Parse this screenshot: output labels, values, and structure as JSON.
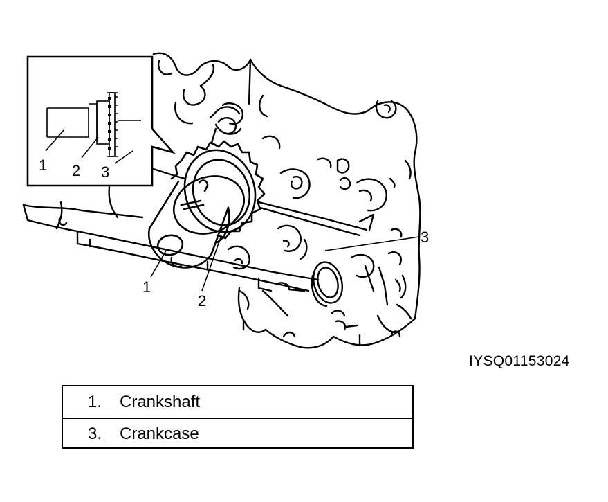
{
  "diagram": {
    "callouts": {
      "main_crankshaft": "1",
      "main_sprocket": "2",
      "main_crankcase": "3",
      "inset_crankshaft": "1",
      "inset_sprocket": "2",
      "inset_crankcase": "3"
    },
    "figure_id": "IYSQ01153024"
  },
  "legend": {
    "rows": [
      {
        "number": "1.",
        "label": "Crankshaft"
      },
      {
        "number": "3.",
        "label": "Crankcase"
      }
    ]
  }
}
